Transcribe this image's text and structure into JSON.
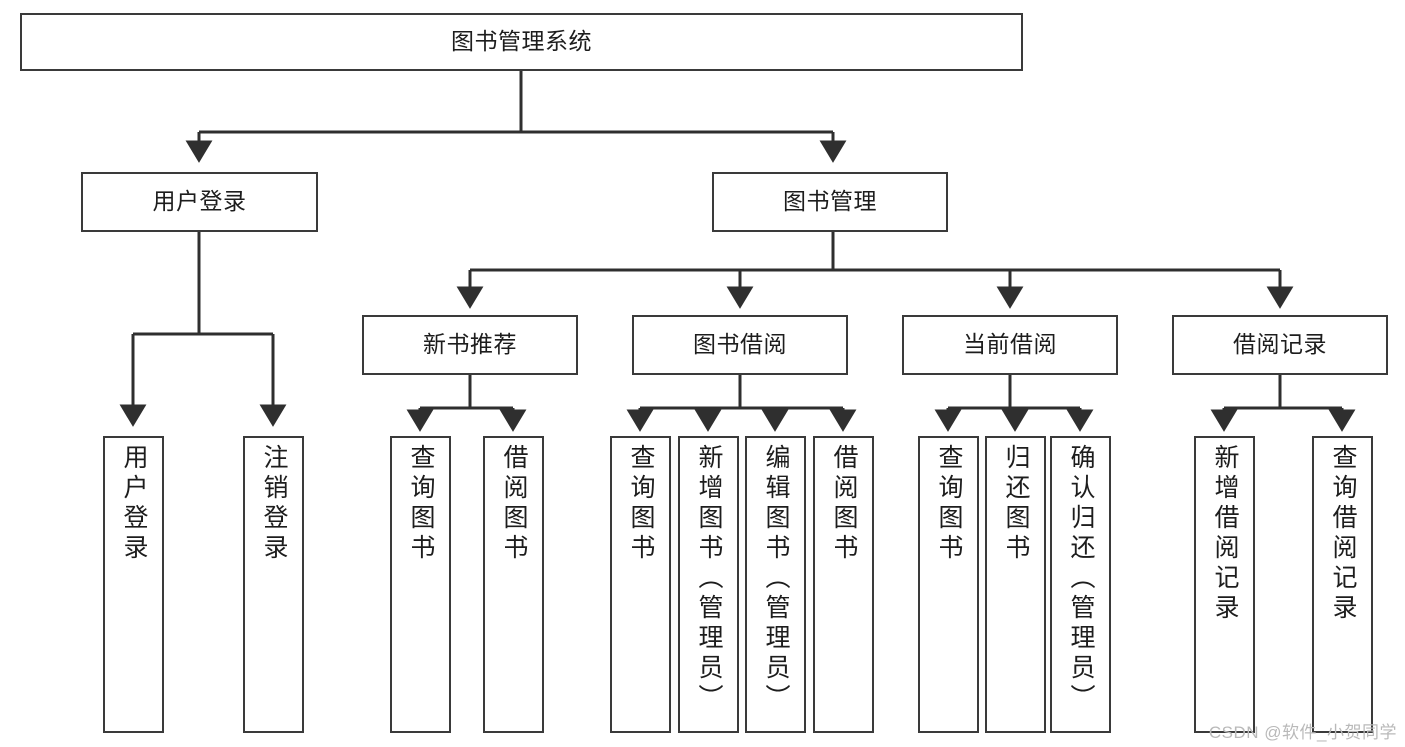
{
  "diagram": {
    "type": "tree",
    "title": "图书管理系统",
    "watermark": "CSDN @软件_小贺同学",
    "colors": {
      "box_border": "#3a3a3a",
      "box_fill": "#ffffff",
      "connector": "#2f2f2f",
      "text": "#1d1d1d",
      "watermark": "#b9b9b9"
    },
    "root": {
      "label": "图书管理系统"
    },
    "level1": [
      {
        "label": "用户登录"
      },
      {
        "label": "图书管理"
      }
    ],
    "level2": [
      {
        "label": "新书推荐"
      },
      {
        "label": "图书借阅"
      },
      {
        "label": "当前借阅"
      },
      {
        "label": "借阅记录"
      }
    ],
    "leaves": {
      "user_login": [
        {
          "label": "用户登录"
        },
        {
          "label": "注销登录"
        }
      ],
      "new_book_recommend": [
        {
          "label": "查询图书"
        },
        {
          "label": "借阅图书"
        }
      ],
      "book_borrow": [
        {
          "label": "查询图书"
        },
        {
          "label": "新增图书（管理员）"
        },
        {
          "label": "编辑图书（管理员）"
        },
        {
          "label": "借阅图书"
        }
      ],
      "current_borrow": [
        {
          "label": "查询图书"
        },
        {
          "label": "归还图书"
        },
        {
          "label": "确认归还（管理员）"
        }
      ],
      "borrow_record": [
        {
          "label": "新增借阅记录"
        },
        {
          "label": "查询借阅记录"
        }
      ]
    }
  }
}
